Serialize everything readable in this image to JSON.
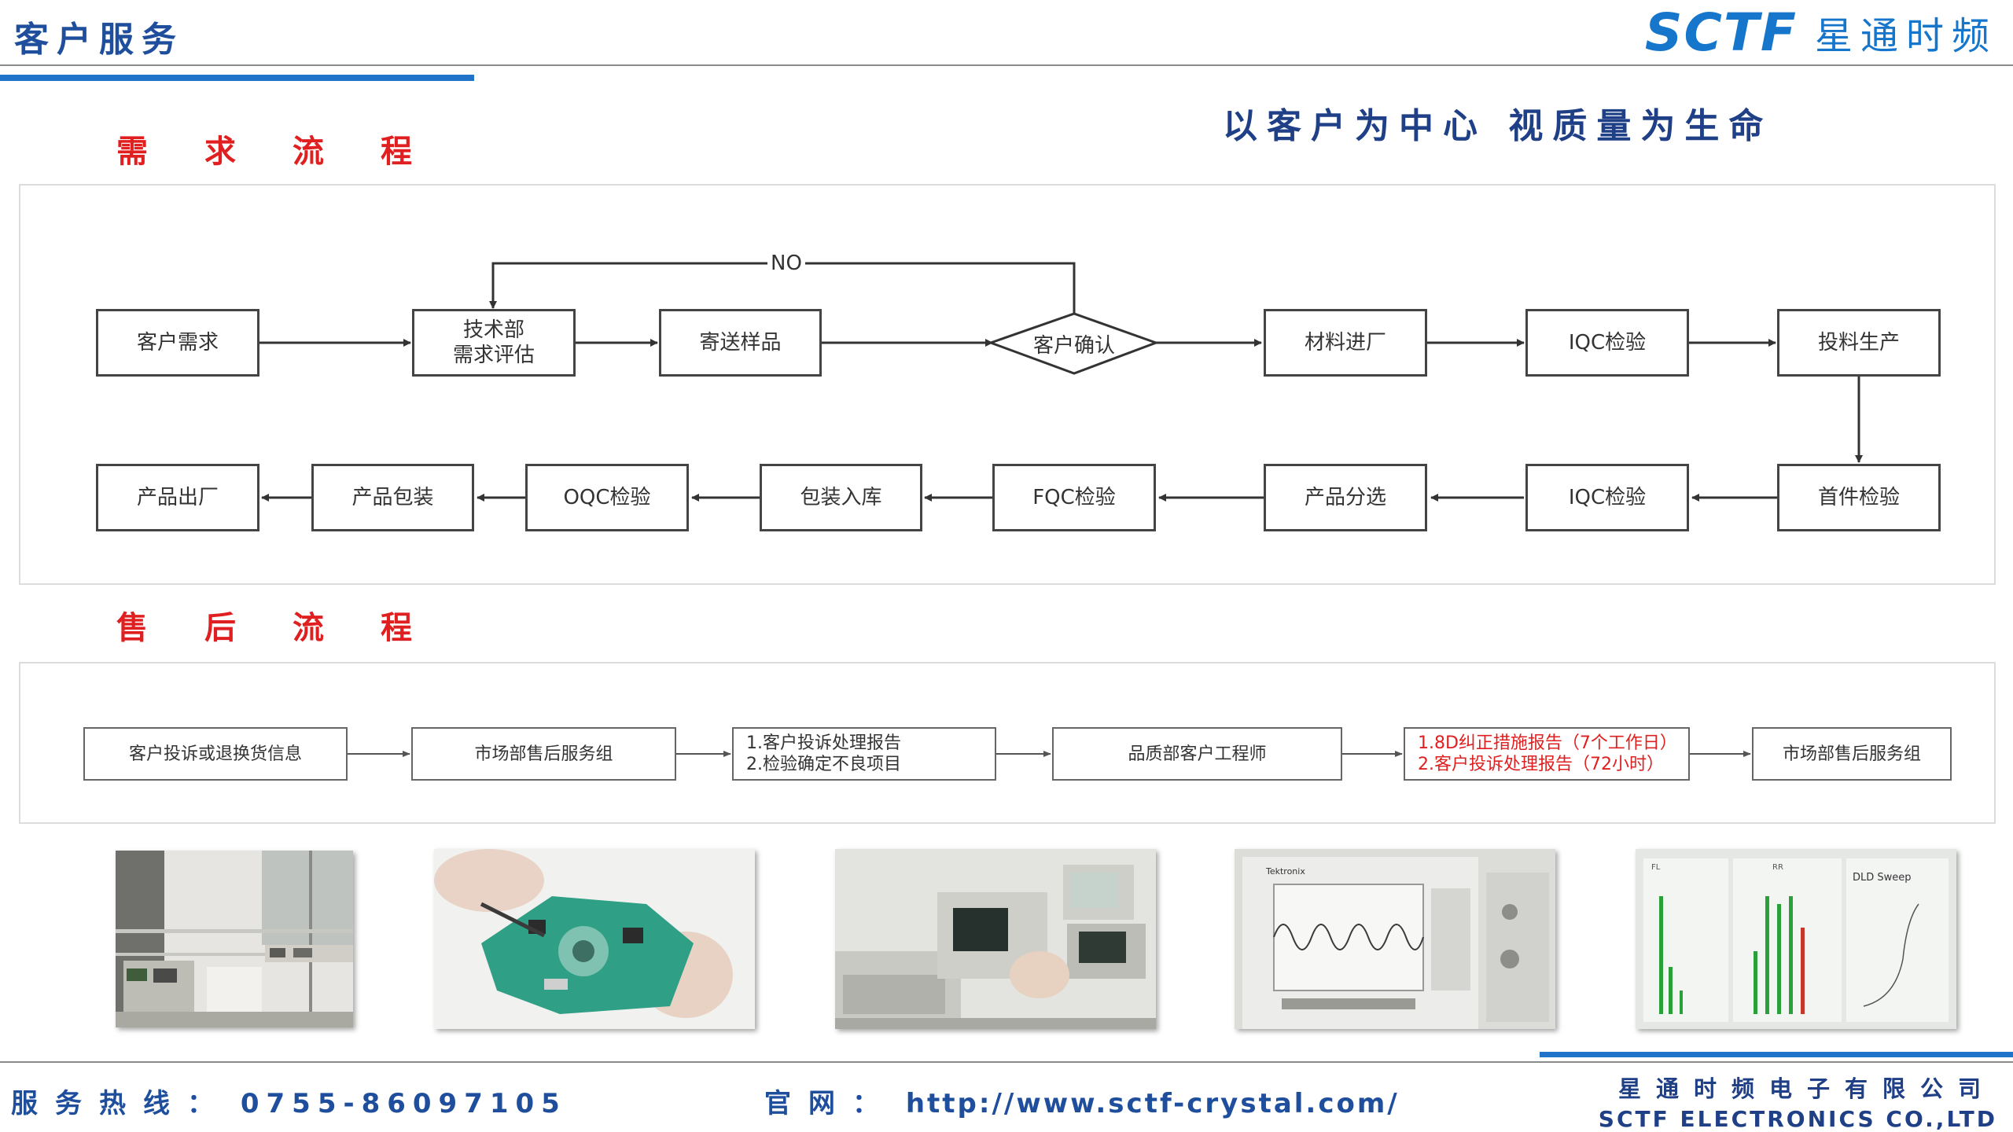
{
  "header": {
    "title": "客户服务",
    "logo_en": "SCTF",
    "logo_cn": "星通时频"
  },
  "slogan": "以客户为中心  视质量为生命",
  "demand": {
    "heading": "需求流程",
    "no_label": "NO",
    "row1": [
      "客户需求",
      "技术部\n需求评估",
      "寄送样品",
      "客户确认",
      "材料进厂",
      "IQC检验",
      "投料生产"
    ],
    "row2": [
      "产品出厂",
      "产品包装",
      "OQC检验",
      "包装入库",
      "FQC检验",
      "产品分选",
      "IQC检验",
      "首件检验"
    ]
  },
  "aftersales": {
    "heading": "售后流程",
    "steps": [
      {
        "lines": [
          "客户投诉或退换货信息"
        ],
        "highlight": false
      },
      {
        "lines": [
          "市场部售后服务组"
        ],
        "highlight": false
      },
      {
        "lines": [
          "1.客户投诉处理报告",
          "2.检验确定不良项目"
        ],
        "highlight": false
      },
      {
        "lines": [
          "品质部客户工程师"
        ],
        "highlight": false
      },
      {
        "lines": [
          "1.8D纠正措施报告（7个工作日）",
          "2.客户投诉处理报告（72小时）"
        ],
        "highlight": true
      },
      {
        "lines": [
          "市场部售后服务组"
        ],
        "highlight": false
      }
    ]
  },
  "photos": {
    "scope_brand": "Tektronix",
    "chart_title": "DLD Sweep",
    "chart_panel_a": "FL",
    "chart_panel_b": "RR"
  },
  "footer": {
    "hotline_label": "服务热线：",
    "hotline": "0755-86097105",
    "web_label": "官网：",
    "website": "http://www.sctf-crystal.com/",
    "company_cn": "星通时频电子有限公司",
    "company_en": "SCTF ELECTRONICS CO.,LTD"
  },
  "colors": {
    "brand_blue": "#1f74c9",
    "heading_red": "#e02020",
    "title_navy": "#1f3f86"
  }
}
